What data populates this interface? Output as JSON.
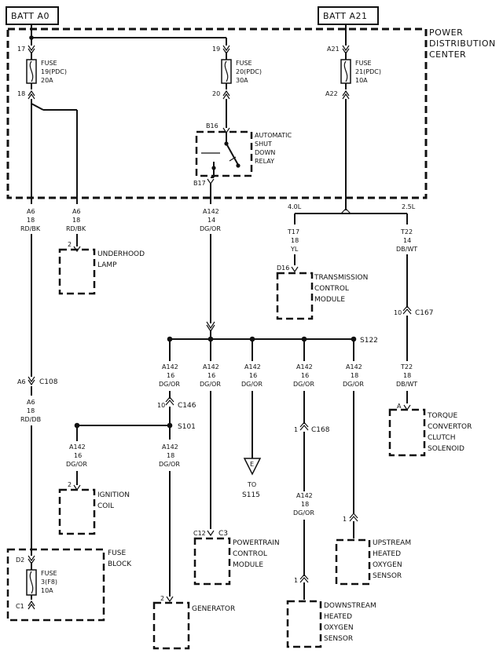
{
  "sources": {
    "batt_a0": "BATT A0",
    "batt_a21": "BATT A21"
  },
  "pdc": {
    "label": [
      "POWER",
      "DISTRIBUTION",
      "CENTER"
    ],
    "fuse19": {
      "lines": [
        "FUSE",
        "19(PDC)",
        "20A"
      ],
      "pin_in": "17",
      "pin_out": "18"
    },
    "fuse20": {
      "lines": [
        "FUSE",
        "20(PDC)",
        "30A"
      ],
      "pin_in": "19",
      "pin_out": "20"
    },
    "fuse21": {
      "lines": [
        "FUSE",
        "21(PDC)",
        "10A"
      ],
      "pin_in": "A21",
      "pin_out": "A22"
    },
    "relay": {
      "lines": [
        "AUTOMATIC",
        "SHUT",
        "DOWN",
        "RELAY"
      ],
      "pin_in": "B16",
      "pin_out": "B17"
    }
  },
  "wires": {
    "a6_left": [
      "A6",
      "18",
      "RD/BK"
    ],
    "a6_right": [
      "A6",
      "18",
      "RD/BK"
    ],
    "a142_main": [
      "A142",
      "14",
      "DG/OR"
    ],
    "opt_40l": "4.0L",
    "opt_25l": "2.5L",
    "t17": [
      "T17",
      "18",
      "YL"
    ],
    "t22_top": [
      "T22",
      "14",
      "DB/WT"
    ],
    "a6_lower": [
      "A6",
      "18",
      "RD/DB"
    ],
    "b1": [
      "A142",
      "16",
      "DG/OR"
    ],
    "b2": [
      "A142",
      "16",
      "DG/OR"
    ],
    "b3": [
      "A142",
      "16",
      "DG/OR"
    ],
    "b4": [
      "A142",
      "16",
      "DG/OR"
    ],
    "b5": [
      "A142",
      "18",
      "DG/OR"
    ],
    "t22_bottom": [
      "T22",
      "18",
      "DB/WT"
    ],
    "ign": [
      "A142",
      "16",
      "DG/OR"
    ],
    "gen": [
      "A142",
      "18",
      "DG/OR"
    ],
    "dn": [
      "A142",
      "18",
      "DG/OR"
    ]
  },
  "splices": {
    "s122": "S122",
    "s101": "S101"
  },
  "connectors": {
    "c108": {
      "name": "C108",
      "pin": "A6"
    },
    "c146": {
      "name": "C146",
      "pin": "10"
    },
    "c167": {
      "name": "C167",
      "pin": "10"
    },
    "c168": {
      "name": "C168",
      "pin": "1"
    }
  },
  "components": {
    "underhood_lamp": {
      "lines": [
        "UNDERHOOD",
        "LAMP"
      ],
      "pin": "2"
    },
    "tcm": {
      "lines": [
        "TRANSMISSION",
        "CONTROL",
        "MODULE"
      ],
      "pin": "D16"
    },
    "torque": {
      "lines": [
        "TORQUE",
        "CONVERTOR",
        "CLUTCH",
        "SOLENOID"
      ],
      "pin": "A"
    },
    "ignition": {
      "lines": [
        "IGNITION",
        "COIL"
      ],
      "pin": "2"
    },
    "pcm": {
      "lines": [
        "POWERTRAIN",
        "CONTROL",
        "MODULE"
      ],
      "pin": "C12",
      "connector": "C3"
    },
    "upstream": {
      "lines": [
        "UPSTREAM",
        "HEATED",
        "OXYGEN",
        "SENSOR"
      ],
      "pin": "1"
    },
    "downstream": {
      "lines": [
        "DOWNSTREAM",
        "HEATED",
        "OXYGEN",
        "SENSOR"
      ],
      "pin": "1"
    },
    "fuse_block": {
      "lines": [
        "FUSE",
        "BLOCK"
      ],
      "fuse_lines": [
        "FUSE",
        "3(F8)",
        "10A"
      ],
      "pin_in": "D2",
      "pin_out": "C1"
    },
    "generator": {
      "lines": [
        "GENERATOR"
      ],
      "pin": "2"
    }
  },
  "ground_ref": {
    "letter": "E",
    "lines": [
      "TO",
      "S115"
    ]
  }
}
